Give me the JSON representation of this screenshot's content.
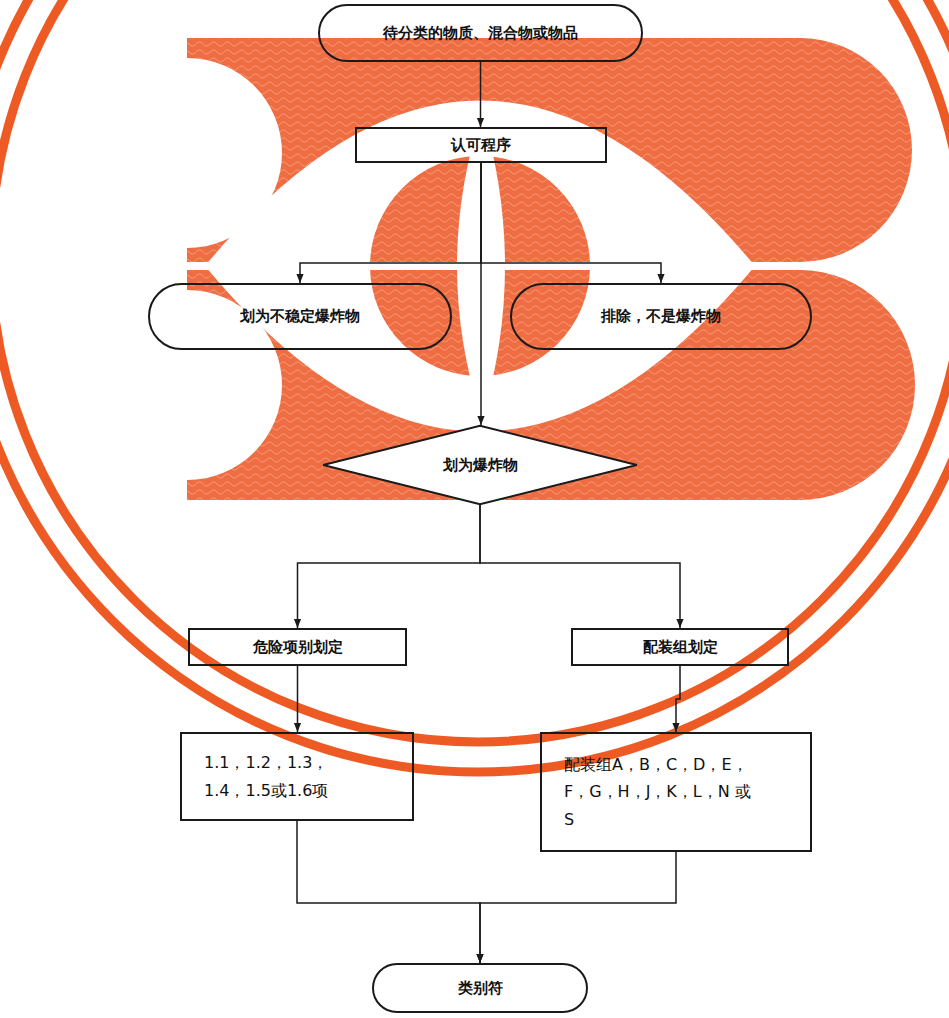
{
  "diagram": {
    "nodes": [
      {
        "text": [
          "待分类的物质、混合物或物品"
        ]
      },
      {
        "text": [
          "认可程序"
        ]
      },
      {
        "text": [
          "划为不稳定爆炸物"
        ]
      },
      {
        "text": [
          "排除，不是爆炸物"
        ]
      },
      {
        "text": [
          "划为爆炸物"
        ]
      },
      {
        "text": [
          "危险项别划定"
        ]
      },
      {
        "text": [
          "配装组划定"
        ]
      },
      {
        "text": [
          "1.1，1.2，1.3， 1.4，1.5或1.6项"
        ]
      },
      {
        "text": [
          "配装组A，B，C，D，E， F，G，H，J，K，L，N 或S"
        ]
      },
      {
        "text": [
          "类别符"
        ]
      }
    ],
    "edges": [
      {
        "from": 0,
        "to": 1,
        "arrow": "to"
      },
      {
        "from": 1,
        "to": 2,
        "arrow": "to"
      },
      {
        "from": 1,
        "to": 3,
        "arrow": "to"
      },
      {
        "from": 1,
        "to": 4,
        "arrow": "to"
      },
      {
        "from": 4,
        "to": 5,
        "arrow": "to"
      },
      {
        "from": 4,
        "to": 6,
        "arrow": "to"
      },
      {
        "from": 5,
        "to": 7,
        "arrow": "to"
      },
      {
        "from": 6,
        "to": 8,
        "arrow": "to"
      },
      {
        "from": 7,
        "to": 9,
        "arrow": "to"
      },
      {
        "from": 8,
        "to": 9,
        "arrow": "to"
      }
    ]
  }
}
